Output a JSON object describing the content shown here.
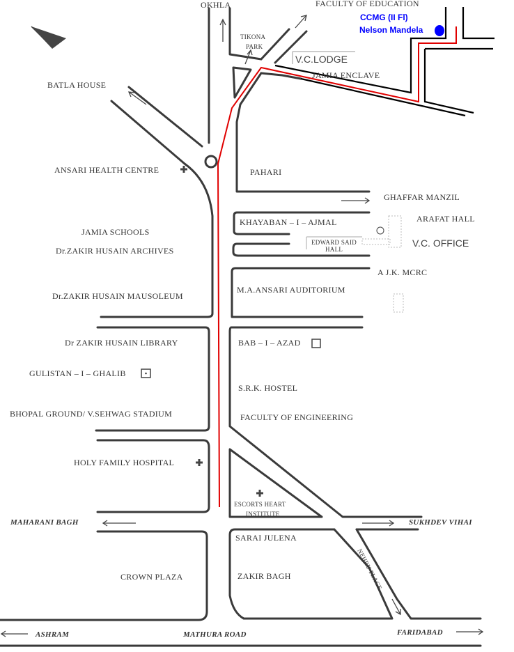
{
  "colors": {
    "route": "#e00000",
    "destination": "#0000ff",
    "roads": "#3a3a3a"
  },
  "destination": {
    "line1": "CCMG (II Fl)",
    "line2": "Nelson Mandela",
    "marker_icon": "blue-dot"
  },
  "labels": {
    "okhla": "OKHLA",
    "faculty_education": "FACULTY OF EDUCATION",
    "tikona": "TIKONA",
    "park": "PARK",
    "vc_lodge": "V.C.LODGE",
    "jamia_enclave": "JAMIA ENCLAVE",
    "batla_house": "BATLA HOUSE",
    "ansari_health": "ANSARI HEALTH CENTRE",
    "pahari": "PAHARI",
    "ghaffar": "GHAFFAR MANZIL",
    "khayaban": "KHAYABAN – I – AJMAL",
    "arafat": "ARAFAT HALL",
    "jamia_schools": "JAMIA SCHOOLS",
    "edward1": "EDWARD SAID",
    "edward2": "HALL",
    "vc_office": "V.C. OFFICE",
    "archives": "Dr.ZAKIR HUSAIN  ARCHIVES",
    "ajk": "A J.K. MCRC",
    "auditorium": "M.A.ANSARI AUDITORIUM",
    "mausoleum": "Dr.ZAKIR HUSAIN MAUSOLEUM",
    "library": "Dr  ZAKIR HUSAIN LIBRARY",
    "bab": "BAB – I – AZAD",
    "gulistan": "GULISTAN – I – GHALIB",
    "srk": "S.R.K. HOSTEL",
    "bhopal": "BHOPAL GROUND/ V.SEHWAG STADIUM",
    "engineering": "FACULTY OF ENGINEERING",
    "holy_family": "HOLY FAMILY HOSPITAL",
    "escorts1": "ESCORTS HEART",
    "escorts2": "INSTITUTE",
    "maharani": "MAHARANI BAGH",
    "sukhdev": "SUKHDEV VIHAI",
    "sarai": "SARAI JULENA",
    "nehru": "NEHRU PLACE",
    "crown": "CROWN PLAZA",
    "zakir_bagh": "ZAKIR BAGH",
    "ashram": "ASHRAM",
    "mathura": "MATHURA ROAD",
    "faridabad": "FARIDABAD"
  }
}
